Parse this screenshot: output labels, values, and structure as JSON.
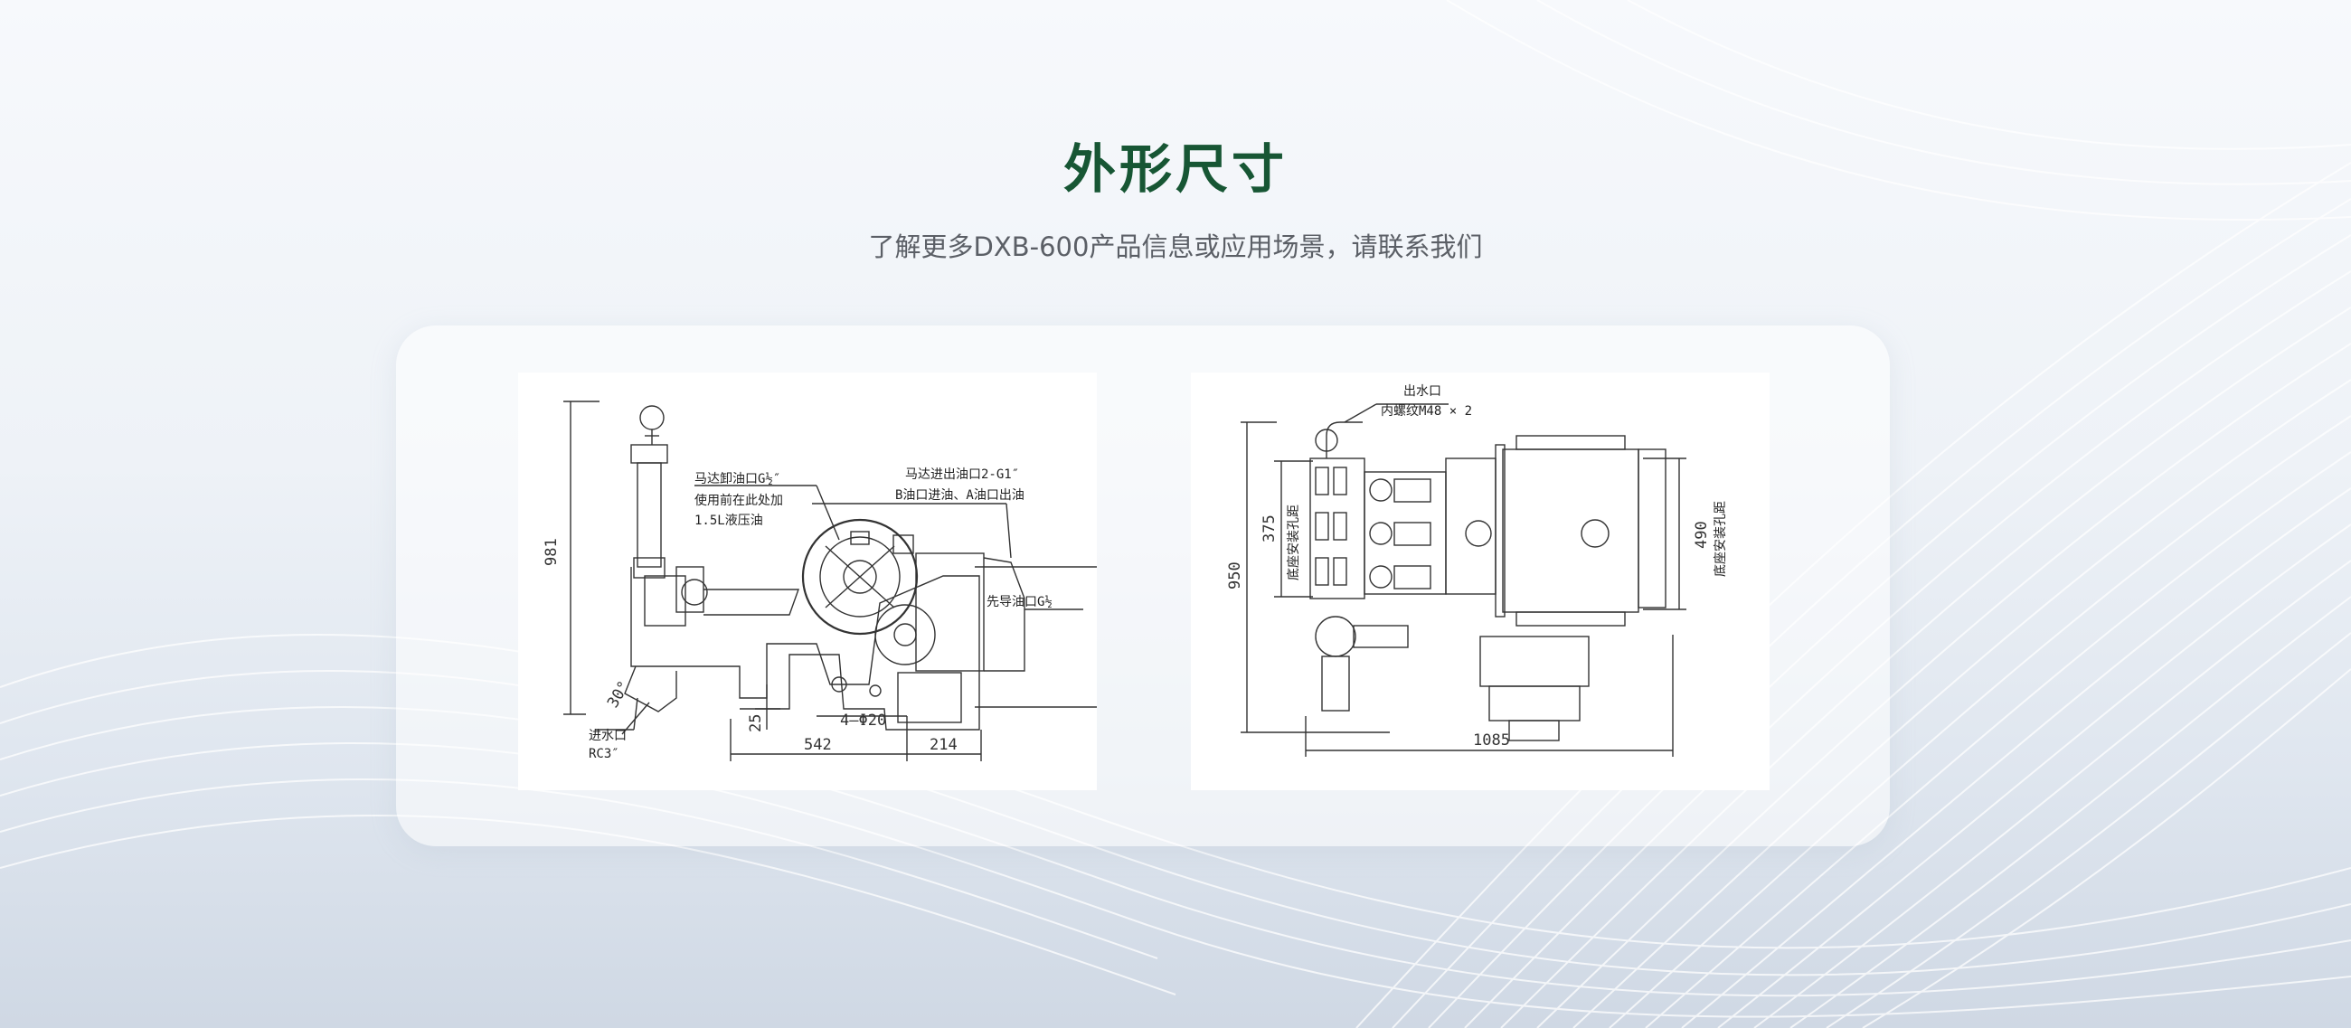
{
  "header": {
    "title": "外形尺寸",
    "subtitle": "了解更多DXB-600产品信息或应用场景，请联系我们"
  },
  "left_drawing": {
    "annotations": {
      "motor_drain": "马达卸油口G½″",
      "fill_note_1": "使用前在此处加",
      "fill_note_2": "1.5L液压油",
      "motor_in_out": "马达进出油口2-G1″",
      "ab_ports": "B油口进油、A油口出油",
      "pilot": "先导油口G½",
      "inlet_1": "进水口",
      "inlet_2": "RC3″"
    },
    "dimensions": {
      "height": "981",
      "angle": "30°",
      "offset": "25",
      "holes": "4—Φ20",
      "length_a": "542",
      "length_b": "214"
    }
  },
  "right_drawing": {
    "annotations": {
      "outlet_1": "出水口",
      "outlet_2": "内螺纹M48 × 2",
      "mount_left": "底座安装孔距",
      "mount_right": "底座安装孔距"
    },
    "dimensions": {
      "height": "950",
      "mount_spacing_left": "375",
      "mount_spacing_right": "490",
      "length": "1085"
    }
  }
}
